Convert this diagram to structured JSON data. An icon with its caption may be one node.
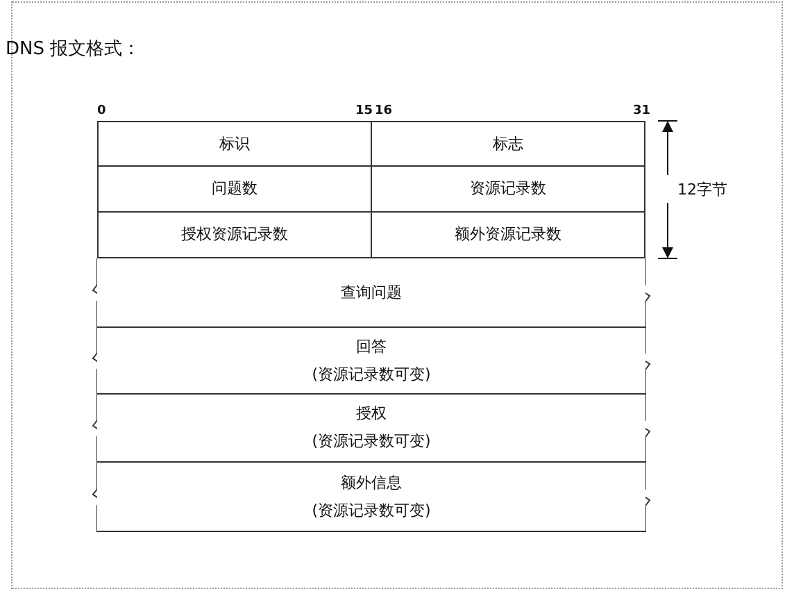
{
  "diagram": {
    "title": "DNS 报文格式：",
    "nodes": [
      {
        "text": [
          "标识"
        ]
      },
      {
        "text": [
          "标志"
        ]
      },
      {
        "text": [
          "问题数"
        ]
      },
      {
        "text": [
          "资源记录数"
        ]
      },
      {
        "text": [
          "授权资源记录数"
        ]
      },
      {
        "text": [
          "额外资源记录数"
        ]
      },
      {
        "text": [
          "查询问题"
        ]
      },
      {
        "text": [
          "回答",
          "(资源记录数可变)"
        ]
      },
      {
        "text": [
          "授权",
          "(资源记录数可变)"
        ]
      },
      {
        "text": [
          "额外信息",
          "(资源记录数可变)"
        ]
      }
    ],
    "edges": [],
    "labels": [
      "0",
      "15",
      "16",
      "31",
      "12字节"
    ]
  }
}
